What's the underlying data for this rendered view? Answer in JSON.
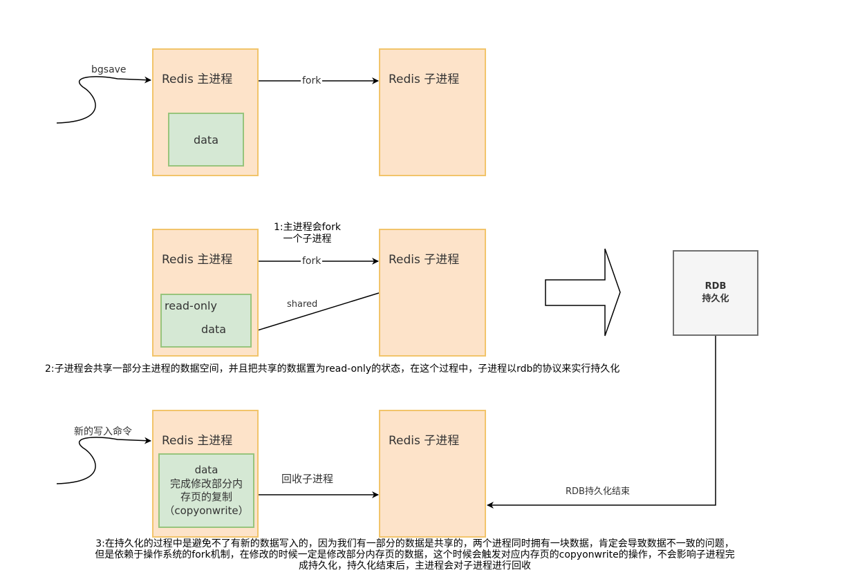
{
  "row1": {
    "trigger_label": "bgsave",
    "main_title": "Redis 主进程",
    "data_label": "data",
    "fork_label": "fork",
    "child_title": "Redis 子进程"
  },
  "row2": {
    "fork_note_line1": "1:主进程会fork",
    "fork_note_line2": "一个子进程",
    "main_title": "Redis 主进程",
    "fork_label": "fork",
    "child_title": "Redis 子进程",
    "readonly_label": "read-only",
    "data_label": "data",
    "shared_label": "shared",
    "rdb_line1": "RDB",
    "rdb_line2": "持久化",
    "note": "2:子进程会共享一部分主进程的数据空间，并且把共享的数据置为read-only的状态，在这个过程中，子进程以rdb的协议来实行持久化"
  },
  "row3": {
    "trigger_label": "新的写入命令",
    "main_title": "Redis 主进程",
    "data_line1": "data",
    "data_line2": "完成修改部分内",
    "data_line3": "存页的复制",
    "data_line4": "（copyonwrite）",
    "reclaim_label": "回收子进程",
    "child_title": "Redis 子进程",
    "rdb_end_label": "RDB持久化结束",
    "note_line1": "3:在持久化的过程中是避免不了有新的数据写入的，因为我们有一部分的数据是共享的，两个进程同时拥有一块数据，肯定会导致数据不一致的问题，",
    "note_line2": "但是依赖于操作系统的fork机制，在修改的时候一定是修改部分内存页的数据，这个时候会触发对应内存页的copyonwrite的操作，不会影响子进程完",
    "note_line3": "成持久化，持久化结束后，主进程会对子进程进行回收"
  },
  "colors": {
    "process_fill": "#fde3c9",
    "process_border": "#f2c46a",
    "data_fill": "#d5e8d4",
    "data_border": "#97c47c",
    "rdb_fill": "#f5f5f5",
    "rdb_border": "#6e6e6e"
  }
}
